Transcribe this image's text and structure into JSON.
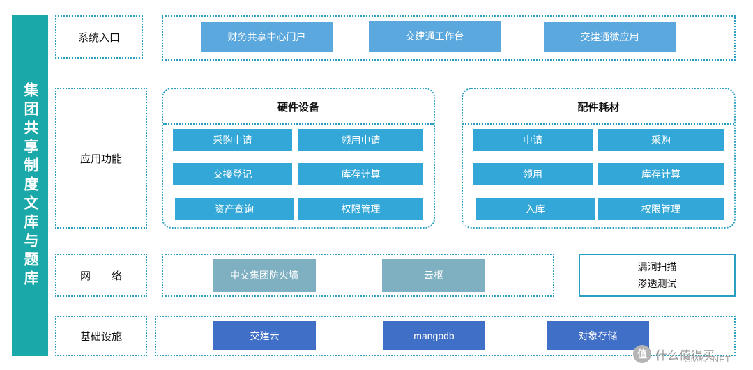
{
  "sidebar": {
    "title": "集团共享制度文库与题库"
  },
  "rows": {
    "entry": {
      "label": "系统入口",
      "items": [
        "财务共享中心门户",
        "交建通工作台",
        "交建通微应用"
      ]
    },
    "app": {
      "label": "应用功能",
      "hardware": {
        "title": "硬件设备",
        "items": [
          "采购申请",
          "领用申请",
          "交接登记",
          "库存计算",
          "资产查询",
          "权限管理"
        ]
      },
      "parts": {
        "title": "配件耗材",
        "items": [
          "申请",
          "采购",
          "领用",
          "库存计算",
          "入库",
          "权限管理"
        ]
      }
    },
    "network": {
      "label": "网　　络",
      "items": [
        "中交集团防火墙",
        "云枢"
      ],
      "security": [
        "漏洞扫描",
        "渗透测试"
      ]
    },
    "infra": {
      "label": "基础设施",
      "items": [
        "交建云",
        "mangodb",
        "对象存储"
      ]
    }
  },
  "watermark": {
    "text": "什么值得买",
    "site": "SMYZ.NET",
    "icon": "值"
  },
  "colors": {
    "sidebar": "#1aa8a8",
    "border": "#2a9fbf",
    "entry_btn": "#5ba8de",
    "app_btn": "#33a8d8",
    "network_btn": "#7fb0c2",
    "infra_btn": "#3f6fc6"
  }
}
